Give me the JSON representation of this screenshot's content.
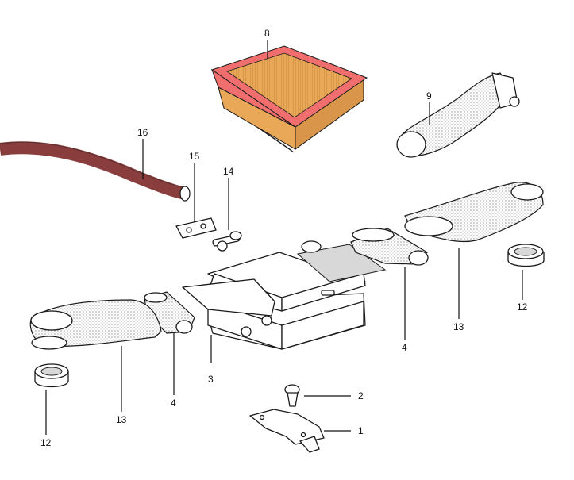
{
  "diagram": {
    "callouts": {
      "c1": "1",
      "c2": "2",
      "c3": "3",
      "c4a": "4",
      "c4b": "4",
      "c8": "8",
      "c9": "9",
      "c12a": "12",
      "c12b": "12",
      "c13a": "13",
      "c13b": "13",
      "c14": "14",
      "c15": "15",
      "c16": "16"
    },
    "colors": {
      "filter_frame": "#f06e6e",
      "filter_media": "#e9a857",
      "hose": "#8a3d3d",
      "line": "#1a1a1a"
    }
  }
}
